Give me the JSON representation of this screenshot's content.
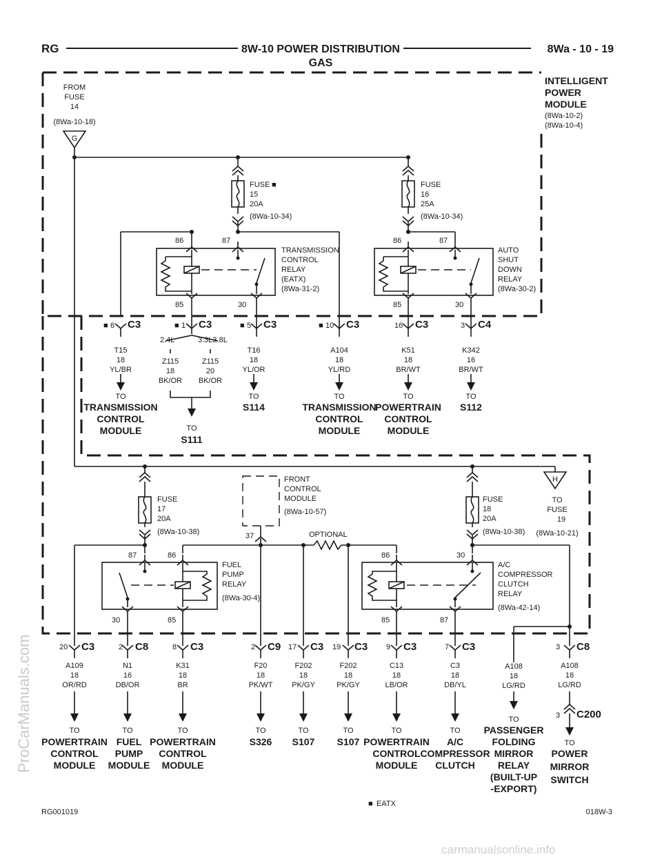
{
  "header": {
    "left": "RG",
    "title1": "8W-10 POWER DISTRIBUTION",
    "title2": "GAS",
    "right": "8Wa - 10 - 19"
  },
  "from_fuse": {
    "l1": "FROM",
    "l2": "FUSE",
    "l3": "14",
    "ref": "(8Wa-10-18)",
    "tag": "G"
  },
  "ipm": {
    "l1": "INTELLIGENT",
    "l2": "POWER",
    "l3": "MODULE",
    "ref1": "(8Wa-10-2)",
    "ref2": "(8Wa-10-4)"
  },
  "fuse15": {
    "l1": "FUSE",
    "l2": "15",
    "l3": "20A",
    "ref": "(8Wa-10-34)"
  },
  "fuse16": {
    "l1": "FUSE",
    "l2": "16",
    "l3": "25A",
    "ref": "(8Wa-10-34)"
  },
  "fuse17": {
    "l1": "FUSE",
    "l2": "17",
    "l3": "20A",
    "ref": "(8Wa-10-38)"
  },
  "fuse18": {
    "l1": "FUSE",
    "l2": "18",
    "l3": "20A",
    "ref": "(8Wa-10-38)"
  },
  "relay_tc": {
    "l1": "TRANSMISSION",
    "l2": "CONTROL",
    "l3": "RELAY",
    "l4": "(EATX)",
    "ref": "(8Wa-31-2)",
    "p86": "86",
    "p87": "87",
    "p85": "85",
    "p30": "30"
  },
  "relay_asd": {
    "l1": "AUTO",
    "l2": "SHUT",
    "l3": "DOWN",
    "l4": "RELAY",
    "ref": "(8Wa-30-2)",
    "p86": "86",
    "p87": "87",
    "p85": "85",
    "p30": "30"
  },
  "relay_fp": {
    "l1": "FUEL",
    "l2": "PUMP",
    "l3": "RELAY",
    "ref": "(8Wa-30-4)",
    "p87": "87",
    "p86": "86",
    "p30": "30",
    "p85": "85"
  },
  "relay_ac": {
    "l1": "A/C",
    "l2": "COMPRESSOR",
    "l3": "CLUTCH",
    "l4": "RELAY",
    "ref": "(8Wa-42-14)",
    "p86": "86",
    "p30": "30",
    "p85": "85",
    "p87": "87"
  },
  "fcm": {
    "l1": "FRONT",
    "l2": "CONTROL",
    "l3": "MODULE",
    "ref": "(8Wa-10-57)",
    "pin": "37",
    "optional": "OPTIONAL"
  },
  "to_fuse19": {
    "tag": "H",
    "l1": "TO",
    "l2": "FUSE",
    "l3": "19",
    "ref": "(8Wa-10-21)"
  },
  "upper_connectors": [
    {
      "pin": "6",
      "conn": "C3",
      "wire": "T15",
      "gauge": "18",
      "color": "YL/BR",
      "to": "TO",
      "dest": [
        "TRANSMISSION",
        "CONTROL",
        "MODULE"
      ]
    },
    {
      "pin": "1",
      "conn": "C3",
      "opt1": "2.4L",
      "opt2": "3.3L3.8L",
      "wireA": "Z115",
      "gaugeA": "18",
      "colorA": "BK/OR",
      "wireB": "Z115",
      "gaugeB": "20",
      "colorB": "BK/OR",
      "to": "TO",
      "dest": [
        "S111"
      ]
    },
    {
      "pin": "5",
      "conn": "C3",
      "wire": "T16",
      "gauge": "18",
      "color": "YL/OR",
      "to": "TO",
      "dest": [
        "S114"
      ]
    },
    {
      "pin": "10",
      "conn": "C3",
      "wire": "A104",
      "gauge": "18",
      "color": "YL/RD",
      "to": "TO",
      "dest": [
        "TRANSMISSION",
        "CONTROL",
        "MODULE"
      ]
    },
    {
      "pin": "16",
      "conn": "C3",
      "wire": "K51",
      "gauge": "18",
      "color": "BR/WT",
      "to": "TO",
      "dest": [
        "POWERTRAIN",
        "CONTROL",
        "MODULE"
      ]
    },
    {
      "pin": "3",
      "conn": "C4",
      "wire": "K342",
      "gauge": "16",
      "color": "BR/WT",
      "to": "TO",
      "dest": [
        "S112"
      ]
    }
  ],
  "lower_connectors": [
    {
      "pin": "20",
      "conn": "C3",
      "wire": "A109",
      "gauge": "18",
      "color": "OR/RD",
      "to": "TO",
      "dest": [
        "POWERTRAIN",
        "CONTROL",
        "MODULE"
      ]
    },
    {
      "pin": "2",
      "conn": "C8",
      "wire": "N1",
      "gauge": "16",
      "color": "DB/OR",
      "to": "TO",
      "dest": [
        "FUEL",
        "PUMP",
        "MODULE"
      ]
    },
    {
      "pin": "8",
      "conn": "C3",
      "wire": "K31",
      "gauge": "18",
      "color": "BR",
      "to": "TO",
      "dest": [
        "POWERTRAIN",
        "CONTROL",
        "MODULE"
      ]
    },
    {
      "pin": "2",
      "conn": "C9",
      "wire": "F20",
      "gauge": "18",
      "color": "PK/WT",
      "to": "TO",
      "dest": [
        "S326"
      ]
    },
    {
      "pin": "17",
      "conn": "C3",
      "wire": "F202",
      "gauge": "18",
      "color": "PK/GY",
      "to": "TO",
      "dest": [
        "S107"
      ]
    },
    {
      "pin": "19",
      "conn": "C3",
      "wire": "F202",
      "gauge": "18",
      "color": "PK/GY",
      "to": "TO",
      "dest": [
        "S107"
      ]
    },
    {
      "pin": "9",
      "conn": "C3",
      "wire": "C13",
      "gauge": "18",
      "color": "LB/OR",
      "to": "TO",
      "dest": [
        "POWERTRAIN",
        "CONTROL",
        "MODULE"
      ]
    },
    {
      "pin": "7",
      "conn": "C3",
      "wire": "C3",
      "gauge": "18",
      "color": "DB/YL",
      "to": "TO",
      "dest": [
        "A/C",
        "COMPRESSOR",
        "CLUTCH"
      ]
    },
    {
      "pin": "",
      "conn": "",
      "wire": "A108",
      "gauge": "18",
      "color": "LG/RD",
      "to": "TO",
      "dest": [
        "PASSENGER",
        "FOLDING",
        "MIRROR",
        "RELAY",
        "(BUILT-UP",
        "-EXPORT)"
      ]
    },
    {
      "pin": "3",
      "conn": "C8",
      "wire": "A108",
      "gauge": "18",
      "color": "LG/RD",
      "to": "TO",
      "dest": [
        "POWER",
        "MIRROR",
        "SWITCH"
      ],
      "c200pin": "3",
      "c200": "C200"
    }
  ],
  "legend": {
    "text": "EATX"
  },
  "footer": {
    "left": "RG001019",
    "right": "018W-3"
  },
  "watermark": "ProCarManuals.com",
  "watermark2": "carmanualsonline.info"
}
